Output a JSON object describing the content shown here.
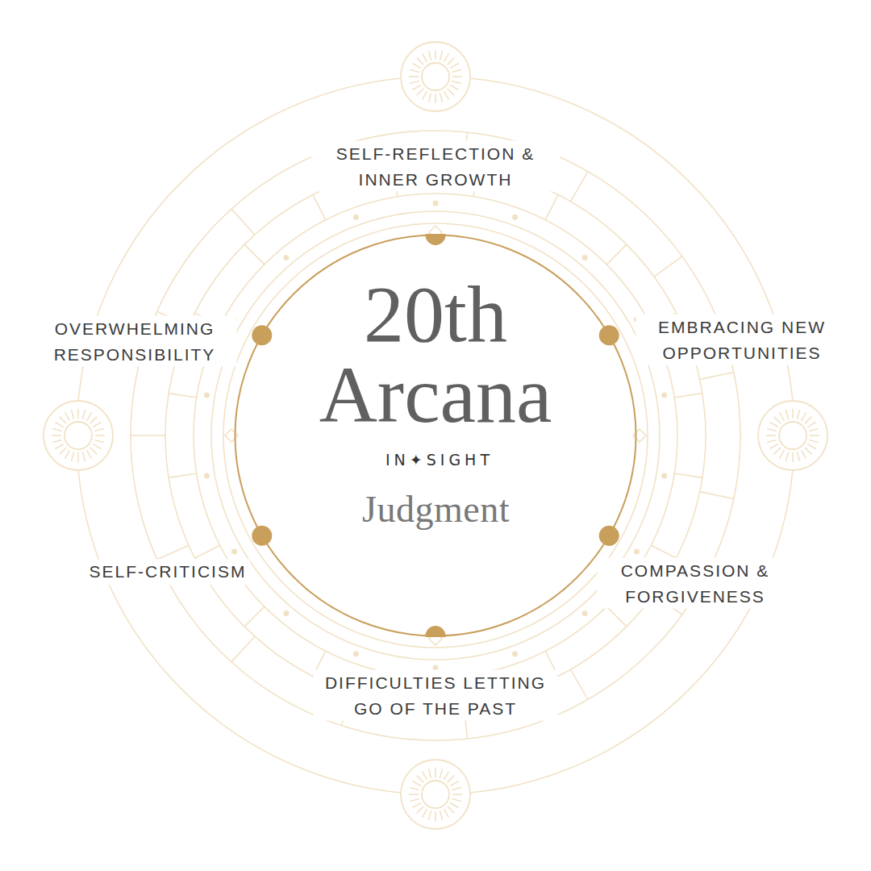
{
  "diagram": {
    "nodes": [
      {
        "text": [
          "20th Arcana",
          "IN✦SIGHT",
          "Judgment"
        ]
      }
    ],
    "labels": [
      "SELF-REFLECTION & INNER GROWTH",
      "OVERWHELMING RESPONSIBILITY",
      "EMBRACING NEW OPPORTUNITIES",
      "SELF-CRITICISM",
      "COMPASSION & FORGIVENESS",
      "DIFFICULTIES LETTING GO OF THE PAST"
    ]
  }
}
